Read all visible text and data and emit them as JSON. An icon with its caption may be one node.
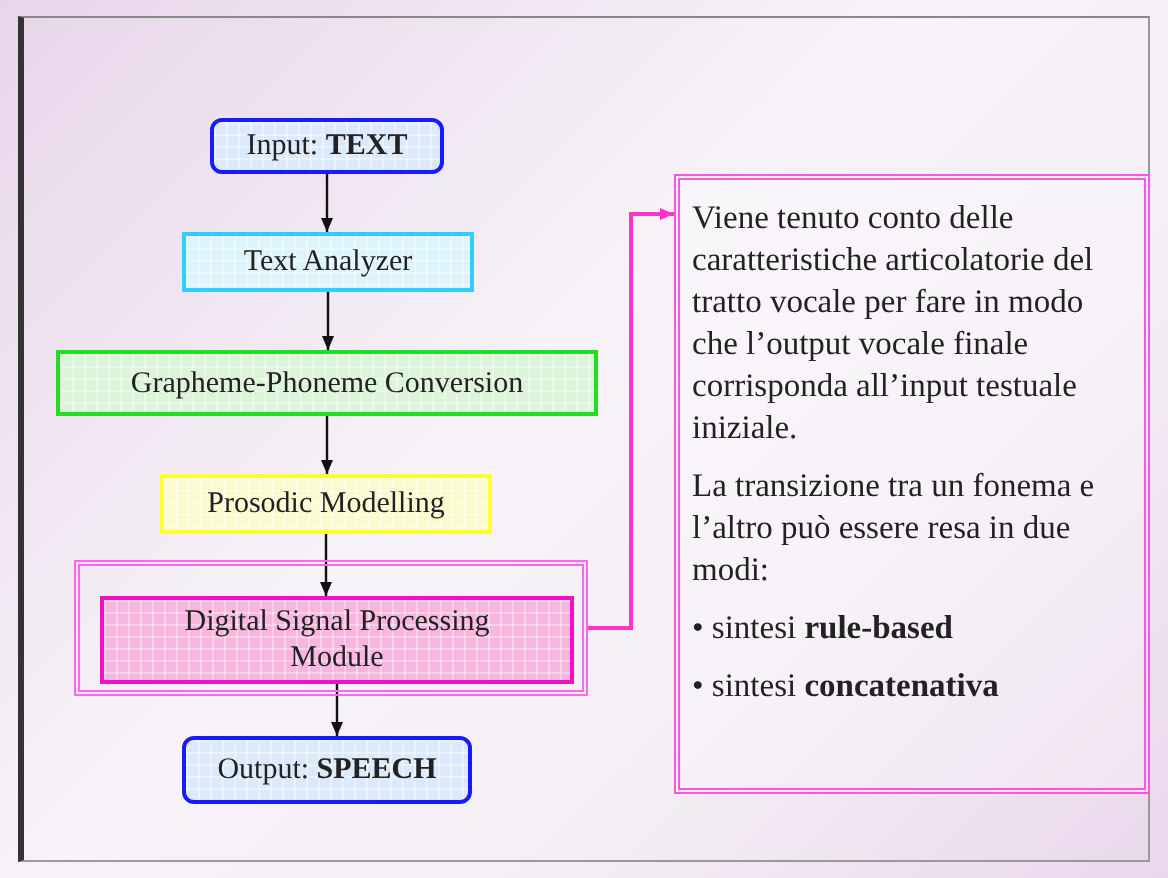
{
  "diagram": {
    "nodes": [
      {
        "text": [
          "Input: **TEXT**"
        ]
      },
      {
        "text": [
          "Text Analyzer"
        ]
      },
      {
        "text": [
          "Grapheme-Phoneme Conversion"
        ]
      },
      {
        "text": [
          "Prosodic Modelling"
        ]
      },
      {
        "text": [],
        "shape": "box"
      },
      {
        "text": [
          "Digital Signal Processing Module"
        ],
        "in": 4
      },
      {
        "text": [
          "Output: **SPEECH**"
        ]
      },
      {
        "text": [
          "Viene tenuto conto delle caratteristiche articolatorie del tratto vocale per fare in modo che l’output vocale finale corrisponda all’input testuale iniziale.",
          "La transizione tra un fonema e l’altro può essere resa in due modi:",
          "• sintesi **rule-based**",
          "• sintesi **concatenativa**"
        ]
      }
    ],
    "edges": [
      {
        "from": 0,
        "to": 1,
        "arrow": "to"
      },
      {
        "from": 1,
        "to": 2,
        "arrow": "to"
      },
      {
        "from": 2,
        "to": 3,
        "arrow": "to"
      },
      {
        "from": 3,
        "to": 5,
        "arrow": "to"
      },
      {
        "from": 5,
        "to": 6,
        "arrow": "to"
      },
      {
        "from": 4,
        "to": 7,
        "arrow": "to",
        "color": "#ff33cc"
      }
    ]
  }
}
